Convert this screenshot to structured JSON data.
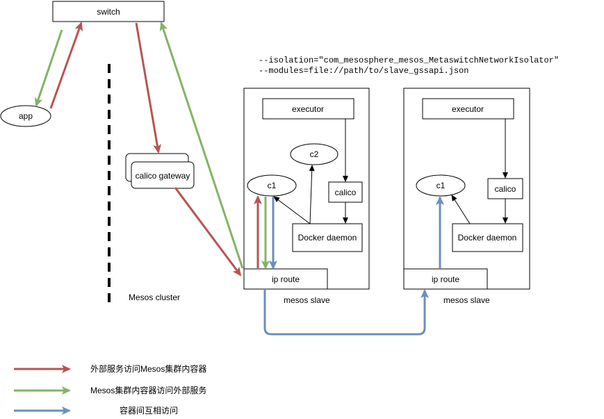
{
  "nodes": {
    "switch": "switch",
    "app": "app",
    "calico_gateway": "calico gateway",
    "executor_1": "executor",
    "executor_2": "executor",
    "c2": "c2",
    "c1_1": "c1",
    "c1_2": "c1",
    "calico_1": "calico",
    "calico_2": "calico",
    "docker_1": "Docker daemon",
    "docker_2": "Docker daemon",
    "iproute_1": "ip route",
    "iproute_2": "ip route"
  },
  "labels": {
    "mesos_cluster": "Mesos cluster",
    "mesos_slave_1": "mesos slave",
    "mesos_slave_2": "mesos slave"
  },
  "cmd": {
    "line1": "--isolation=\"com_mesosphere_mesos_MetaswitchNetworkIsolator\"",
    "line2": "--modules=file://path/to/slave_gssapi.json"
  },
  "legend": [
    {
      "label": "外部服务访问Mesos集群内容器",
      "color": "#b85450"
    },
    {
      "label": "Mesos集群内容器访问外部服务",
      "color": "#82b366"
    },
    {
      "label": "容器间互相访问",
      "color": "#6c8ebf"
    }
  ],
  "colors": {
    "red": "#b85450",
    "green": "#82b366",
    "blue": "#6c8ebf"
  }
}
